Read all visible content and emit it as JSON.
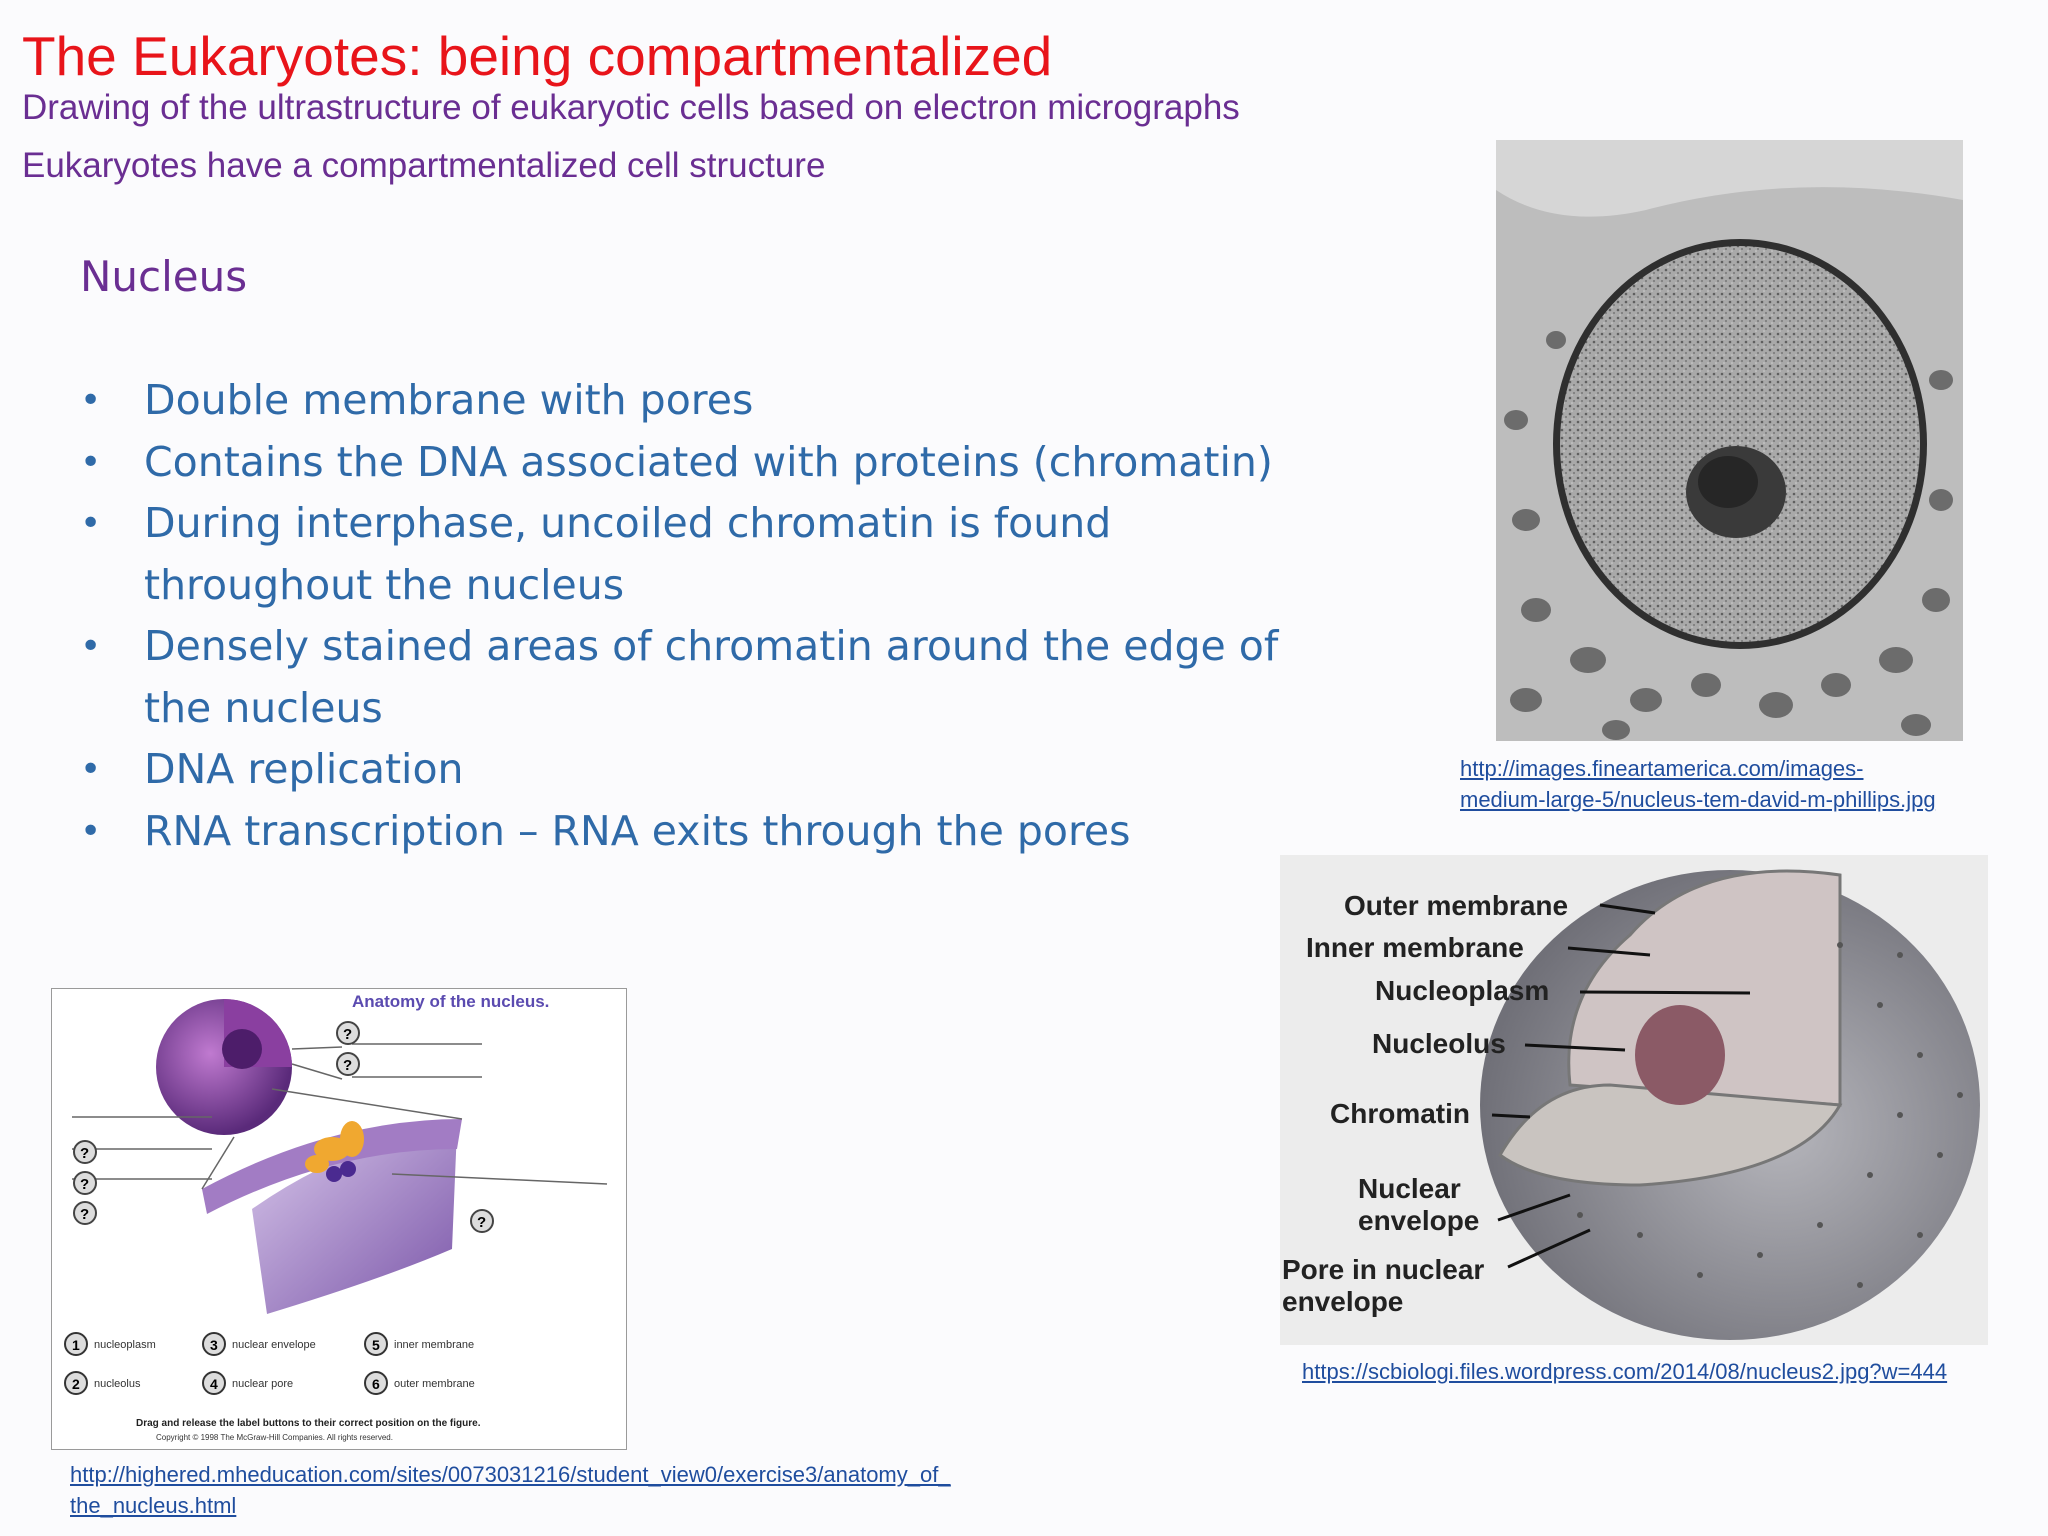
{
  "header": {
    "title": "The Eukaryotes: being compartmentalized",
    "subtitle1": "Drawing of the ultrastructure of eukaryotic cells based on electron micrographs",
    "subtitle2": "Eukaryotes have a compartmentalized cell structure"
  },
  "content": {
    "heading": "Nucleus",
    "bullets": [
      {
        "line1": "Double membrane with pores",
        "line2": ""
      },
      {
        "line1": "Contains the DNA associated with proteins (chromatin)",
        "line2": ""
      },
      {
        "line1": "During interphase, uncoiled chromatin  is found",
        "line2": "throughout the nucleus"
      },
      {
        "line1": "Densely stained areas of chromatin around the edge of",
        "line2": "the nucleus"
      },
      {
        "line1": "DNA replication",
        "line2": ""
      },
      {
        "line1": "RNA transcription – RNA exits through the pores",
        "line2": ""
      }
    ],
    "bullet_symbol": "•"
  },
  "images": {
    "tem_link_line1": "http://images.fineartamerica.com/images-",
    "tem_link_line2": "medium-large-5/nucleus-tem-david-m-phillips.jpg",
    "diagram_labels": {
      "outer_membrane": "Outer membrane",
      "inner_membrane": "Inner membrane",
      "nucleoplasm": "Nucleoplasm",
      "nucleolus": "Nucleolus",
      "chromatin": "Chromatin",
      "nuclear_envelope_1": "Nuclear",
      "nuclear_envelope_2": "envelope",
      "pore_1": "Pore in nuclear",
      "pore_2": "envelope"
    },
    "diagram_link": "https://scbiologi.files.wordpress.com/2014/08/nucleus2.jpg?w=444",
    "anatomy": {
      "title": "Anatomy of the nucleus.",
      "q": "?",
      "key": [
        {
          "n": "1",
          "label": "nucleoplasm"
        },
        {
          "n": "2",
          "label": "nucleolus"
        },
        {
          "n": "3",
          "label": "nuclear envelope"
        },
        {
          "n": "4",
          "label": "nuclear pore"
        },
        {
          "n": "5",
          "label": "inner membrane"
        },
        {
          "n": "6",
          "label": "outer membrane"
        }
      ],
      "instruction": "Drag and release the label buttons to their correct position on the figure.",
      "copyright": "Copyright © 1998 The McGraw-Hill Companies. All rights reserved."
    },
    "anatomy_link_line1": "http://highered.mheducation.com/sites/0073031216/student_view0/exercise3/anatomy_of_",
    "anatomy_link_line2": "the_nucleus.html"
  }
}
